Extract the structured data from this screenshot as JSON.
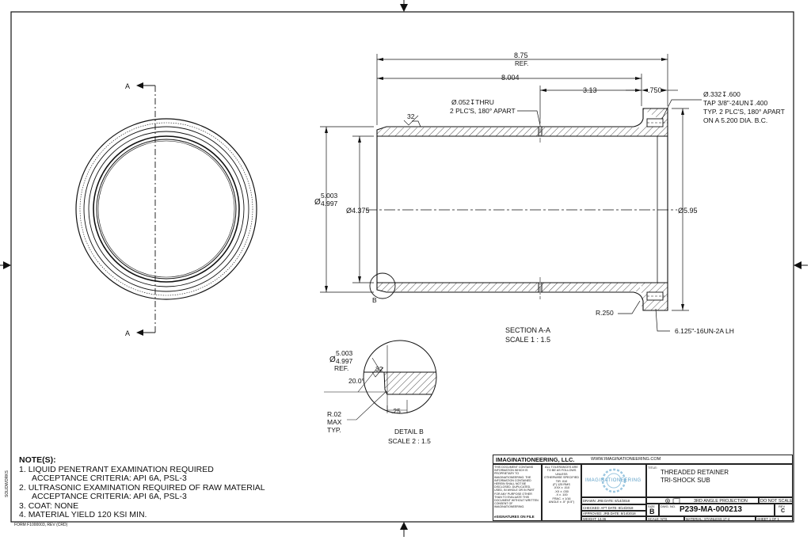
{
  "section": {
    "cut_label": "A",
    "title": "SECTION A-A",
    "scale": "SCALE 1 : 1.5"
  },
  "dimensions": {
    "overall_length": "8.75",
    "overall_ref": "REF.",
    "length_8004": "8.004",
    "length_313": "3.13",
    "length_750": ".750",
    "finish": "32",
    "od_upper": "5.003",
    "od_lower": "4.997",
    "od_symbol": "Ø",
    "bore": "Ø4.375",
    "flange_od": "Ø5.95",
    "radius": "R.250",
    "detail_callout": "B",
    "hole_note_lines": [
      "Ø.052↧THRU",
      "2 PLC'S, 180° APART"
    ],
    "tap_note_lines": [
      "Ø.332↧.600",
      "TAP 3/8\"-24UN↧.400",
      "TYP. 2 PLC'S, 180° APART",
      "ON A 5.200 DIA. B.C."
    ],
    "thread_note": "6.125\"-16UN-2A LH"
  },
  "detail": {
    "od_upper": "5.003",
    "od_lower": "4.997",
    "ref": "REF.",
    "finish": "32",
    "angle": "20.0°",
    "radius_lines": [
      "R.02",
      "MAX",
      "TYP."
    ],
    "length": ".25",
    "title": "DETAIL B",
    "scale": "SCALE 2 : 1.5"
  },
  "notes": {
    "heading": "NOTE(S):",
    "items": [
      {
        "num": "1.",
        "text": "LIQUID PENETRANT EXAMINATION REQUIRED",
        "sub": "ACCEPTANCE CRITERIA: API 6A, PSL-3"
      },
      {
        "num": "2.",
        "text": "ULTRASONIC EXAMINATION REQUIRED OF RAW MATERIAL",
        "sub": "ACCEPTANCE CRITERIA: API 6A, PSL-3"
      },
      {
        "num": "3.",
        "text": "COAT: NONE",
        "sub": ""
      },
      {
        "num": "4.",
        "text": "MATERIAL YIELD 120 KSI MIN.",
        "sub": ""
      }
    ]
  },
  "form_label": "FORM F1000003, REV (CRD)",
  "side_label": "SOLIDWORKS",
  "title_block": {
    "company": "IMAGINATIONEERING, LLC.",
    "website": "WWW.IMAGINATIONEERING.COM",
    "proprietary": "THIS DOCUMENT CONTAINS INFORMATION WHICH IS PROPRIETARY TO IMAGINATIONEERING. THE INFORMATION CONTAINED HEREIN SHALL NOT BE DISCLOSED, DUPLICATED, USED, IN WHOLE OR IN PART FOR ANY PURPOSE OTHER THAN TO EVALUATE THIS DOCUMENT WITHOUT WRITTEN CONSENT OF IMAGINATIONEERING.",
    "tolerances": [
      "ALL TOLERANCES ARE",
      "TO BE AS FOLLOWS",
      "UNLESS",
      "OTHERWISE SPECIFIED",
      "",
      "TIR .010",
      "(F) 125 RMS",
      ".XXX  ± .010",
      ".XX    ± .030",
      ".X      ± .100",
      "FRAC.  ± 1/16",
      "ANGLE ± .5° (0.5°)"
    ],
    "esig": "eSIGNATURES ON FILE",
    "logo_text": "IMAGINATIONEERING",
    "title_label": "TITLE:",
    "title_lines": [
      "THREADED RETAINER",
      "TRI-SHOCK SUB"
    ],
    "rows": [
      {
        "role": "DRAWN:",
        "who": "JRB",
        "date_label": "DATE:",
        "date": "8/14/2018"
      },
      {
        "role": "CHECKED:",
        "who": "AFT",
        "date_label": "DATE:",
        "date": "8/14/2018"
      },
      {
        "role": "APPROVED:",
        "who": "JRB",
        "date_label": "DATE:",
        "date": "8/14/2018"
      }
    ],
    "weight": "WEIGHT: 13.36",
    "projection": "3RD ANGLE PROJECTION",
    "do_not_scale": "DO NOT SCALE",
    "size_label": "SIZE",
    "size": "B",
    "dwg_label": "DWG. NO.",
    "dwg_no": "P239-MA-000213",
    "rev_label": "REV",
    "rev": "C",
    "scale": "SCALE:  NTS",
    "material": "MATERIAL: STAINLESS 17-4",
    "sheet": "SHEET  1  OF  1"
  }
}
